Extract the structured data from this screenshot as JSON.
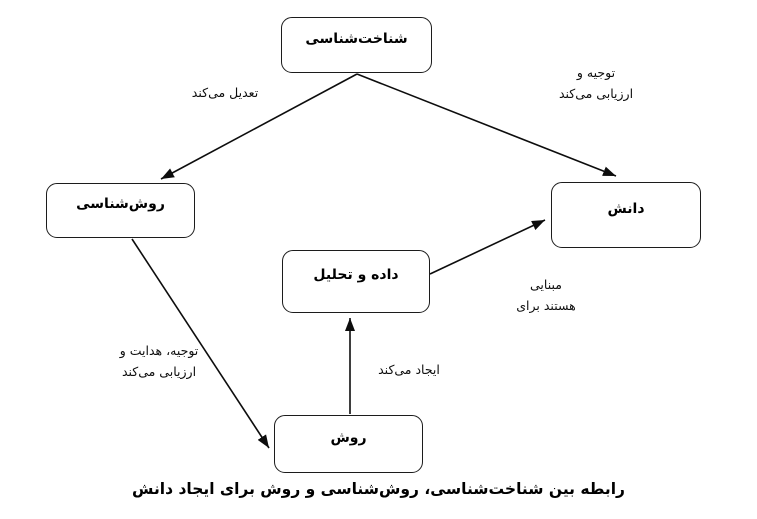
{
  "diagram": {
    "nodes": {
      "epistemology": {
        "label": "شناخت‌شناسی"
      },
      "methodology": {
        "label": "روش‌شناسی"
      },
      "knowledge": {
        "label": "دانش"
      },
      "data_analysis": {
        "label": "داده و تحلیل"
      },
      "method": {
        "label": "روش"
      }
    },
    "edges": {
      "modifies": {
        "from": "شناخت‌شناسی",
        "to": "روش‌شناسی",
        "label": "تعدیل می‌کند"
      },
      "justifies_evaluates": {
        "from": "شناخت‌شناسی",
        "to": "دانش",
        "label": "توجیه و\nارزیابی می‌کند"
      },
      "justifies_guides_evaluates": {
        "from": "روش‌شناسی",
        "to": "روش",
        "label": "توجیه، هدایت و\nارزیابی می‌کند"
      },
      "creates": {
        "from": "روش",
        "to": "داده و تحلیل",
        "label": "ایجاد می‌کند"
      },
      "basis_for": {
        "from": "داده و تحلیل",
        "to": "دانش",
        "label": "مبنایی\nهستند برای"
      }
    },
    "caption": "رابطه بین شناخت‌شناسی، روش‌شناسی و روش برای ایجاد دانش"
  },
  "colors": {
    "background": "#ffffff",
    "line": "#000000",
    "text": "#000000"
  }
}
